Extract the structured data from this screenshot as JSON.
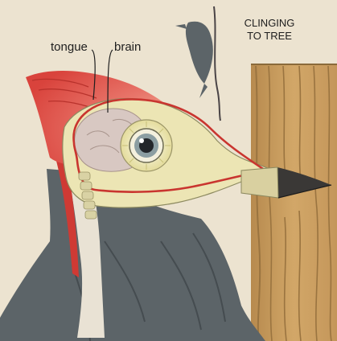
{
  "labels": {
    "tongue": "tongue",
    "brain": "brain",
    "clinging_line1": "CLINGING",
    "clinging_line2": "TO TREE"
  },
  "colors": {
    "paper": "#ece3d0",
    "crest": "#d9433c",
    "skull": "#ece5b4",
    "brain": "#d9c8c0",
    "feathers": "#5c6468",
    "wood": "#c99c5c",
    "bill": "#3a3836"
  }
}
